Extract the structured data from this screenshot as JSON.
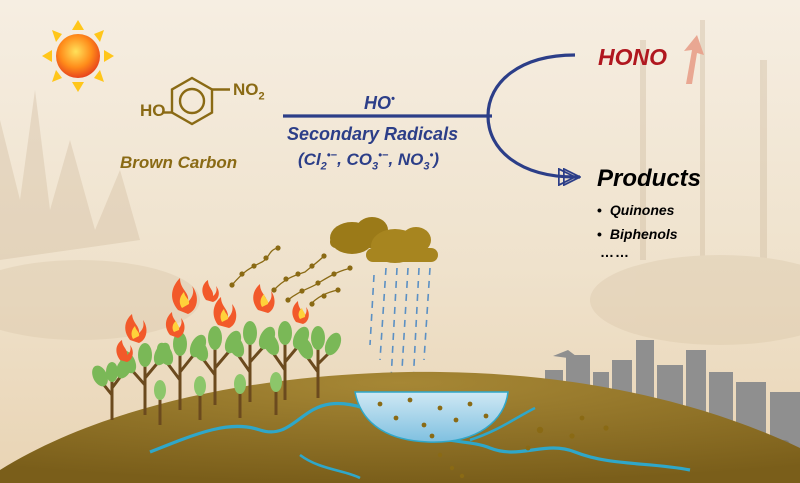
{
  "molecule": {
    "ho_group": "HO",
    "no2_group": "NO",
    "no2_subscript": "2",
    "label": "Brown Carbon"
  },
  "reaction": {
    "oxidant": "HO",
    "oxidant_superscript": "•",
    "secondary_radicals_label": "Secondary Radicals",
    "species_open": "(",
    "species": [
      {
        "base": "Cl",
        "sub": "2",
        "sup": "•−"
      },
      {
        "base": "CO",
        "sub": "3",
        "sup": "•−"
      },
      {
        "base": "NO",
        "sub": "3",
        "sup": "•"
      }
    ],
    "separator": ", ",
    "species_close": ")"
  },
  "outcomes": {
    "hono": "HONO",
    "products_title": "Products",
    "products": [
      "Quinones",
      "Biphenols"
    ],
    "bullet": "•",
    "ellipsis": "……"
  },
  "colors": {
    "brown_carbon": "#8a6a14",
    "reaction_blue": "#2c3e88",
    "hono_red": "#b0171f",
    "soil": "#8c6d1f",
    "water": "#2fa7c9",
    "cloud": "#9b7a18",
    "forest_green": "#7ab857"
  }
}
